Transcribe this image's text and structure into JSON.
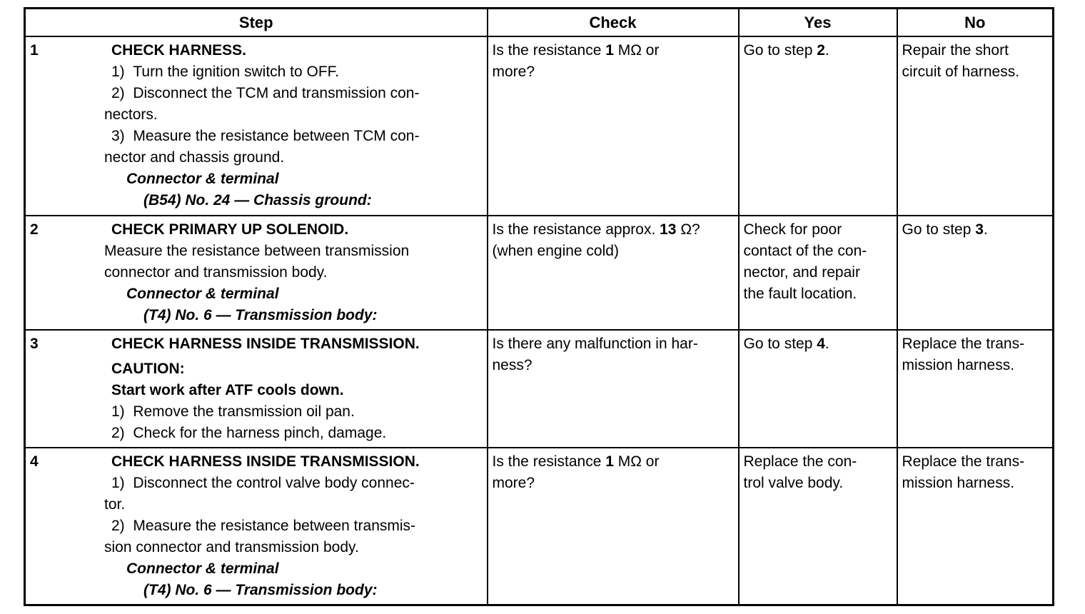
{
  "page": {
    "background": "#ffffff",
    "text_color": "#000000",
    "border_color": "#000000"
  },
  "table": {
    "headers": [
      "Step",
      "Check",
      "Yes",
      "No"
    ],
    "rows": [
      {
        "num": "1",
        "step": [
          {
            "s": "title",
            "seg": [
              {
                "t": "CHECK HARNESS."
              }
            ]
          },
          {
            "s": "item",
            "seg": [
              {
                "t": "1)  Turn the ignition switch to OFF."
              }
            ]
          },
          {
            "s": "item",
            "seg": [
              {
                "t": "2)  Disconnect the TCM and transmission con-"
              }
            ]
          },
          {
            "s": "cont",
            "seg": [
              {
                "t": "nectors."
              }
            ]
          },
          {
            "s": "item",
            "seg": [
              {
                "t": "3)  Measure the resistance between TCM con-"
              }
            ]
          },
          {
            "s": "cont",
            "seg": [
              {
                "t": "nector and chassis ground."
              }
            ]
          },
          {
            "s": "connector",
            "seg": [
              {
                "t": "Connector & terminal"
              }
            ]
          },
          {
            "s": "terminal",
            "seg": [
              {
                "t": "(B54) No. 24 — Chassis ground:"
              }
            ]
          }
        ],
        "check": [
          {
            "seg": [
              {
                "t": "Is the resistance "
              },
              {
                "t": "1",
                "b": true
              },
              {
                "t": " MΩ or"
              }
            ]
          },
          {
            "seg": [
              {
                "t": "more?"
              }
            ]
          }
        ],
        "yes": [
          {
            "seg": [
              {
                "t": "Go to step "
              },
              {
                "t": "2",
                "b": true
              },
              {
                "t": "."
              }
            ]
          }
        ],
        "no": [
          {
            "seg": [
              {
                "t": "Repair the short"
              }
            ]
          },
          {
            "seg": [
              {
                "t": "circuit of harness."
              }
            ]
          }
        ]
      },
      {
        "num": "2",
        "step": [
          {
            "s": "title",
            "seg": [
              {
                "t": "CHECK PRIMARY UP SOLENOID."
              }
            ]
          },
          {
            "s": "cont",
            "seg": [
              {
                "t": "Measure the resistance between transmission"
              }
            ]
          },
          {
            "s": "cont",
            "seg": [
              {
                "t": "connector and transmission body."
              }
            ]
          },
          {
            "s": "connector",
            "seg": [
              {
                "t": "Connector & terminal"
              }
            ]
          },
          {
            "s": "terminal",
            "seg": [
              {
                "t": "(T4) No. 6 — Transmission body:"
              }
            ]
          }
        ],
        "check": [
          {
            "seg": [
              {
                "t": "Is the resistance approx. "
              },
              {
                "t": "13",
                "b": true
              },
              {
                "t": " Ω?"
              }
            ]
          },
          {
            "seg": [
              {
                "t": "(when engine cold)"
              }
            ]
          }
        ],
        "yes": [
          {
            "seg": [
              {
                "t": "Check for poor"
              }
            ]
          },
          {
            "seg": [
              {
                "t": "contact of the con-"
              }
            ]
          },
          {
            "seg": [
              {
                "t": "nector, and repair"
              }
            ]
          },
          {
            "seg": [
              {
                "t": "the fault location."
              }
            ]
          }
        ],
        "no": [
          {
            "seg": [
              {
                "t": "Go to step "
              },
              {
                "t": "3",
                "b": true
              },
              {
                "t": "."
              }
            ]
          }
        ]
      },
      {
        "num": "3",
        "step": [
          {
            "s": "title",
            "seg": [
              {
                "t": "CHECK HARNESS INSIDE TRANSMISSION."
              }
            ]
          },
          {
            "s": "cautionhead",
            "seg": [
              {
                "t": "CAUTION:"
              }
            ]
          },
          {
            "s": "caution",
            "seg": [
              {
                "t": "Start work after ATF cools down."
              }
            ]
          },
          {
            "s": "item",
            "seg": [
              {
                "t": "1)  Remove the transmission oil pan."
              }
            ]
          },
          {
            "s": "item",
            "seg": [
              {
                "t": "2)  Check for the harness pinch, damage."
              }
            ]
          }
        ],
        "check": [
          {
            "seg": [
              {
                "t": "Is there any malfunction in har-"
              }
            ]
          },
          {
            "seg": [
              {
                "t": "ness?"
              }
            ]
          }
        ],
        "yes": [
          {
            "seg": [
              {
                "t": "Go to step "
              },
              {
                "t": "4",
                "b": true
              },
              {
                "t": "."
              }
            ]
          }
        ],
        "no": [
          {
            "seg": [
              {
                "t": "Replace the trans-"
              }
            ]
          },
          {
            "seg": [
              {
                "t": "mission harness."
              }
            ]
          }
        ]
      },
      {
        "num": "4",
        "step": [
          {
            "s": "title",
            "seg": [
              {
                "t": "CHECK HARNESS INSIDE TRANSMISSION."
              }
            ]
          },
          {
            "s": "item",
            "seg": [
              {
                "t": "1)  Disconnect the control valve body connec-"
              }
            ]
          },
          {
            "s": "cont",
            "seg": [
              {
                "t": "tor."
              }
            ]
          },
          {
            "s": "item",
            "seg": [
              {
                "t": "2)  Measure the resistance between transmis-"
              }
            ]
          },
          {
            "s": "cont",
            "seg": [
              {
                "t": "sion connector and transmission body."
              }
            ]
          },
          {
            "s": "connector",
            "seg": [
              {
                "t": "Connector & terminal"
              }
            ]
          },
          {
            "s": "terminal",
            "seg": [
              {
                "t": "(T4) No. 6 — Transmission body:"
              }
            ]
          }
        ],
        "check": [
          {
            "seg": [
              {
                "t": "Is the resistance "
              },
              {
                "t": "1",
                "b": true
              },
              {
                "t": " MΩ or"
              }
            ]
          },
          {
            "seg": [
              {
                "t": "more?"
              }
            ]
          }
        ],
        "yes": [
          {
            "seg": [
              {
                "t": "Replace the con-"
              }
            ]
          },
          {
            "seg": [
              {
                "t": "trol valve body."
              }
            ]
          }
        ],
        "no": [
          {
            "seg": [
              {
                "t": "Replace the trans-"
              }
            ]
          },
          {
            "seg": [
              {
                "t": "mission harness."
              }
            ]
          }
        ]
      }
    ]
  }
}
